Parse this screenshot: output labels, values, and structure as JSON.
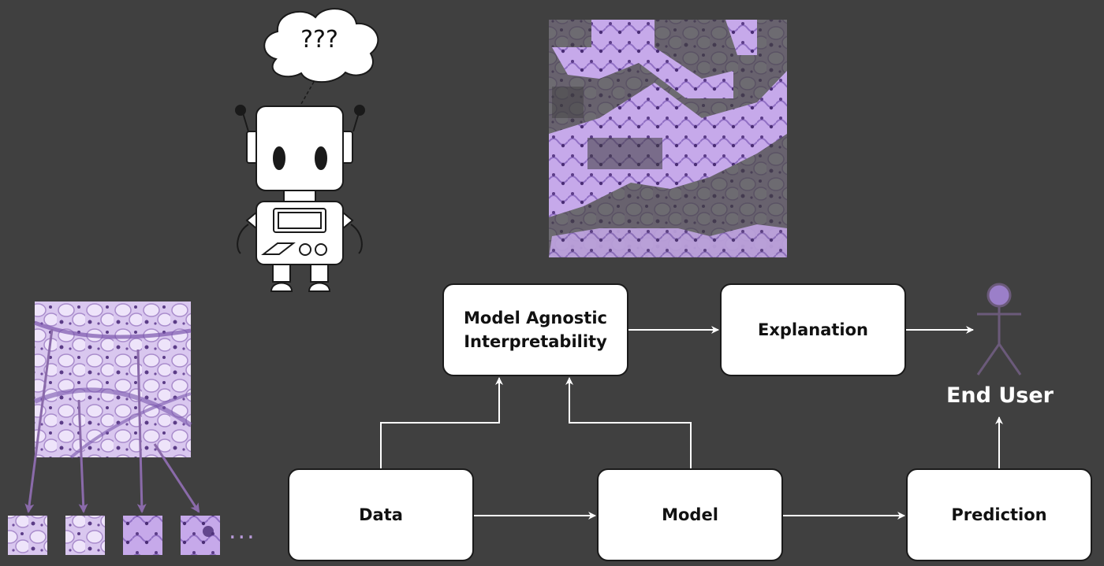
{
  "nodes": {
    "data": "Data",
    "model": "Model",
    "prediction": "Prediction",
    "interpretability_line1": "Model Agnostic",
    "interpretability_line2": "Interpretability",
    "explanation": "Explanation",
    "end_user": "End User"
  },
  "thought_bubble": "???",
  "patch_ellipsis": "...",
  "icons": [
    "robot-icon",
    "thought-bubble-icon",
    "stick-figure-user-icon",
    "tissue-image",
    "explanation-mask-image",
    "tissue-patch-image"
  ],
  "colors": {
    "background": "#404040",
    "box_fill": "#ffffff",
    "arrow": "#ffffff",
    "tissue_purple": "#b89ad8",
    "patch_arrow": "#8a6aaa",
    "user_head": "#9b7fc9",
    "user_body": "#6b5a7a"
  }
}
